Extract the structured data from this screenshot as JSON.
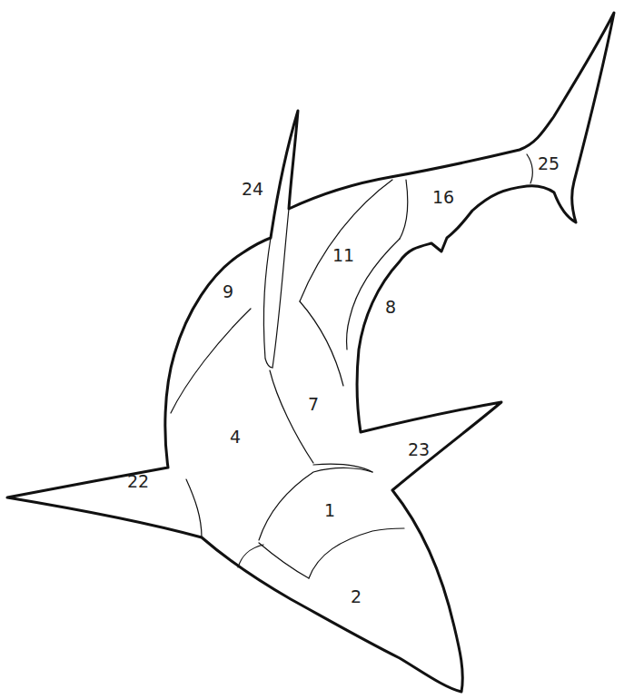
{
  "diagram": {
    "labels": [
      "25",
      "24",
      "16",
      "11",
      "9",
      "8",
      "7",
      "4",
      "23",
      "22",
      "1",
      "2"
    ]
  }
}
